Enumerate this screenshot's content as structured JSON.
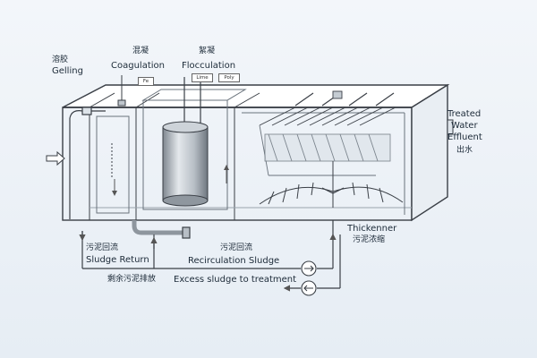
{
  "labels": {
    "gelling": {
      "zh": "溶胶",
      "en": "Gelling"
    },
    "coagulation": {
      "zh": "混凝",
      "en": "Coagulation",
      "chem_tag": "Fe"
    },
    "flocculation": {
      "zh": "絮凝",
      "en": "Flocculation",
      "chem_tags": [
        "Lime",
        "Poly"
      ]
    },
    "treated_effluent": {
      "en_lines": [
        "Treated",
        "Water",
        "Effluent"
      ],
      "zh": "出水"
    },
    "thickener": {
      "en": "Thickenner",
      "zh": "污泥浓缩"
    },
    "sludge_return": {
      "zh": "污泥回流",
      "en": "Sludge Return"
    },
    "recirculation_sludge": {
      "zh": "污泥回流",
      "en": "Recirculation Sludge"
    },
    "excess_sludge": {
      "zh": "剩余污泥排放",
      "en": "Excess sludge to treatment"
    }
  },
  "colors": {
    "background": "#eef3f8",
    "tank_line": "#3a3f46",
    "tank_fill": "#f7f9fb",
    "pipe": "#8e969e",
    "mixer": "#a8b0b8"
  }
}
